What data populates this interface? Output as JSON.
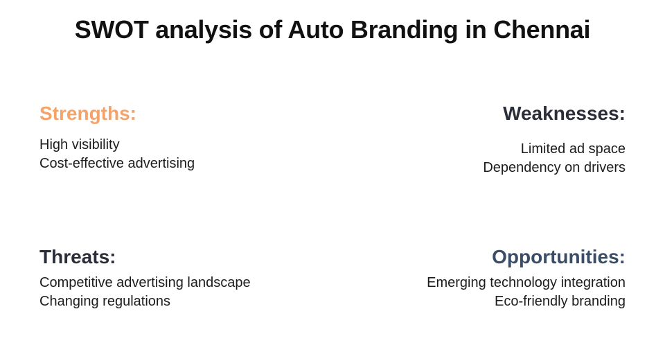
{
  "title": "SWOT analysis of  Auto Branding in Chennai",
  "colors": {
    "strengths": "#f4a36b",
    "weaknesses": "#2b2e38",
    "threats": "#2b2e38",
    "opportunities": "#3a4d66"
  },
  "strengths": {
    "heading": "Strengths:",
    "items": [
      "High visibility",
      "Cost-effective advertising"
    ]
  },
  "weaknesses": {
    "heading": "Weaknesses:",
    "items": [
      "Limited ad space",
      "Dependency on drivers"
    ]
  },
  "threats": {
    "heading": "Threats:",
    "items": [
      "Competitive advertising landscape",
      "Changing regulations"
    ]
  },
  "opportunities": {
    "heading": "Opportunities:",
    "items": [
      "Emerging technology integration",
      "Eco-friendly branding"
    ]
  }
}
